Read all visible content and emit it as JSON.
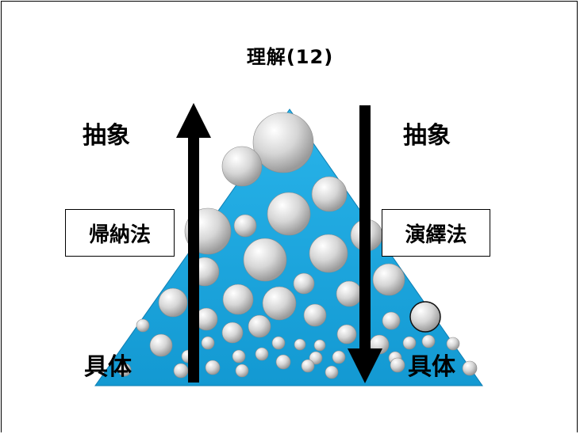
{
  "title": "理解(12)",
  "left": {
    "top_label": "抽象",
    "method": "帰納法",
    "bottom_label": "具体",
    "arrow_direction": "up"
  },
  "right": {
    "top_label": "抽象",
    "method": "演繹法",
    "bottom_label": "具体",
    "arrow_direction": "down"
  },
  "colors": {
    "pyramid": "#1ea7e0",
    "sphere": "#d8d8d8",
    "arrow": "#000000"
  }
}
